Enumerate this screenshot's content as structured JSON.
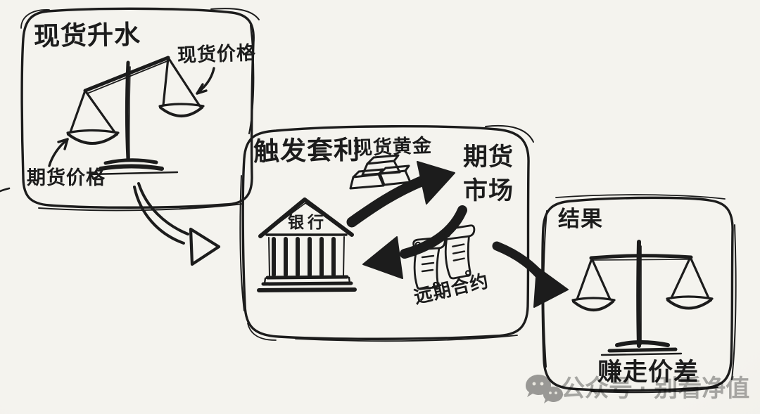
{
  "colors": {
    "paper": "#f2f1ec",
    "ink": "#1c1c1c",
    "watermark_gray": "#8f8f8f"
  },
  "panels": {
    "spot_premium": {
      "title": "现货升水",
      "spot_price": "现货价格",
      "futures_price": "期货价格",
      "figure": "tilted-balance-scale"
    },
    "trigger_arbitrage": {
      "title": "触发套利",
      "spot_gold": "现货黄金",
      "futures_market": "期货市场",
      "bank": "银行",
      "forward_contract": "远期合约",
      "figure": "bank-futures-arbitrage-cycle"
    },
    "result": {
      "title": "结果",
      "earn_spread": "赚走价差",
      "figure": "balanced-scale"
    }
  },
  "watermark": {
    "icon": "wechat-icon",
    "text": "公众号 · 别看净值"
  }
}
